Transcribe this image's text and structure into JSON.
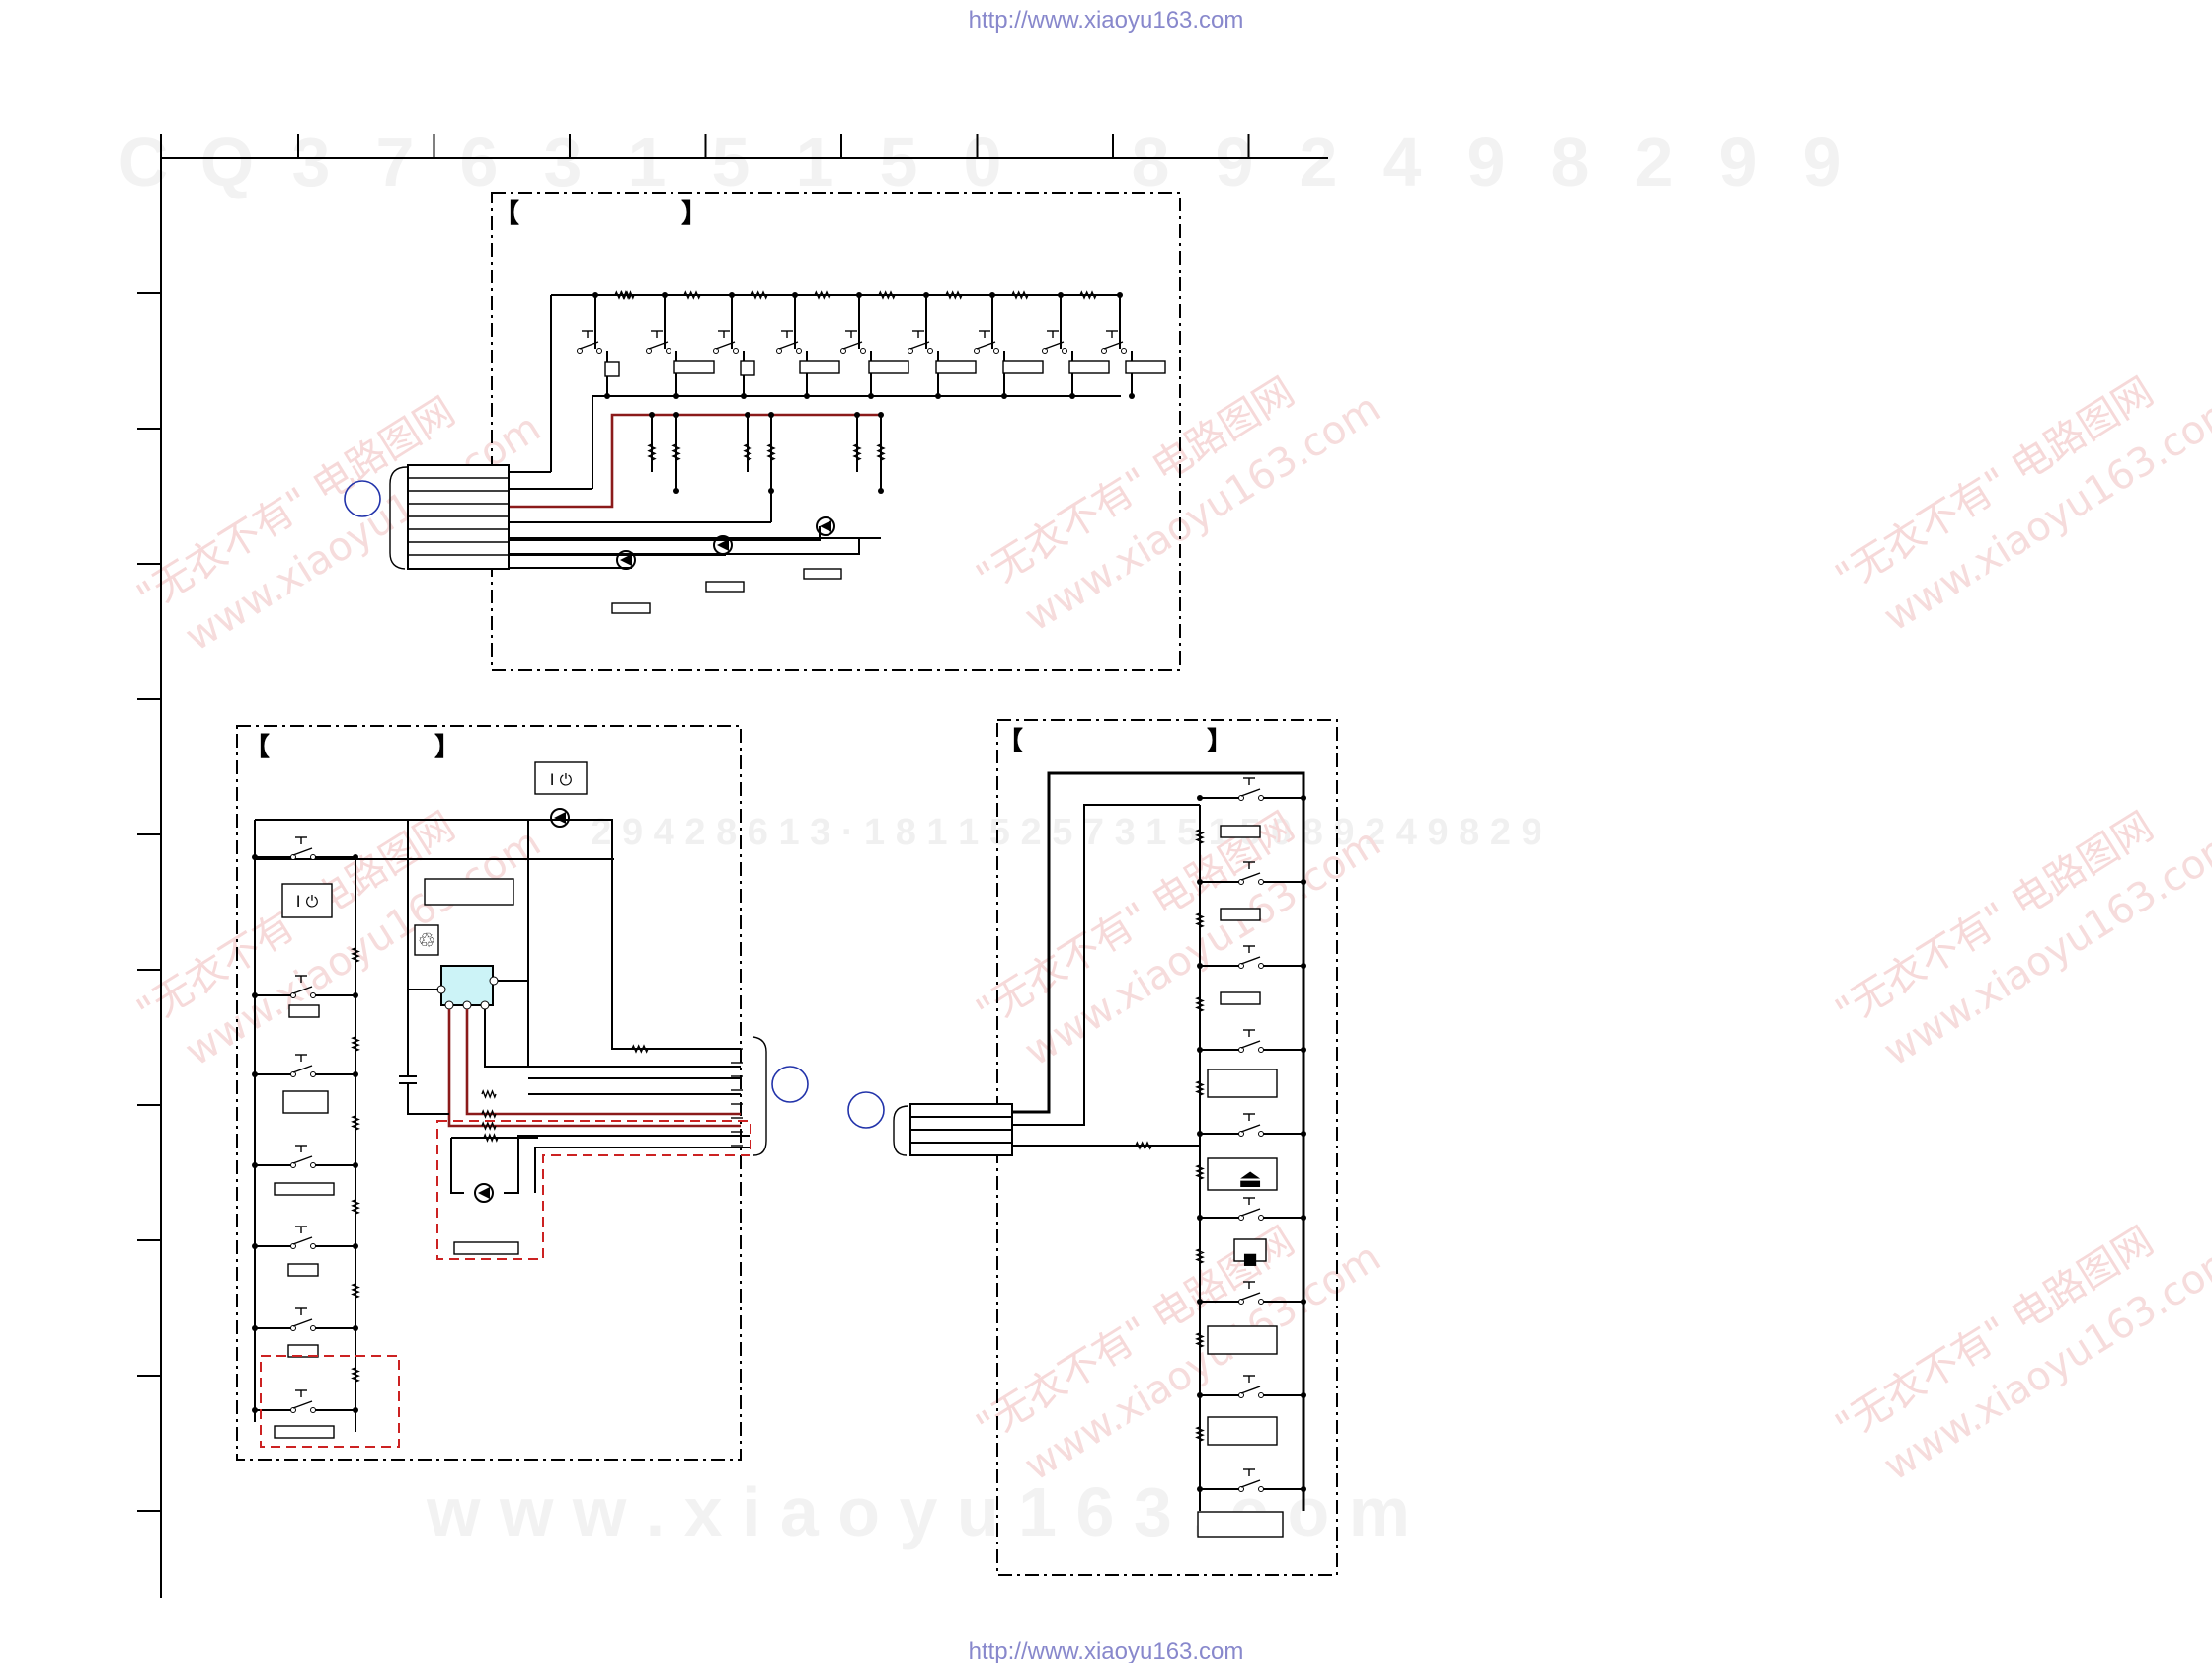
{
  "header_url": "http://www.xiaoyu163.com",
  "footer_url": "http://www.xiaoyu163.com",
  "watermark": {
    "top_row": [
      "C",
      "Q",
      "3",
      "7",
      "6",
      "3",
      "1",
      "5",
      "1",
      "5",
      "0",
      "",
      "8",
      "9",
      "2",
      "4",
      "9",
      "8",
      "2",
      "9",
      "9"
    ],
    "mid_row": "2 9 4 2 8 6 1 3 · 1 8 1 1 5 2 5 7 3 1 5 1 5 0   8 9 2 4 9 8 2 9",
    "bottom_row": "w w w . x i a o y u 1 6 3 . c o m",
    "cn_text": "\"无衣不有\" 电路图网",
    "url_text": "www.xiaoyu163.com"
  },
  "brackets": {
    "open": "【",
    "close": "】"
  },
  "symbols": {
    "power": "I ⏻",
    "eject": "⏏",
    "stop": "■",
    "recycle": "♲"
  },
  "colors": {
    "wire": "#000000",
    "highlight_wire": "#8b1a1a",
    "dashed_box": "#cc2222",
    "ic_fill": "#ccf3f7",
    "connector_ring": "#2233aa",
    "url_text": "#8888cc"
  }
}
